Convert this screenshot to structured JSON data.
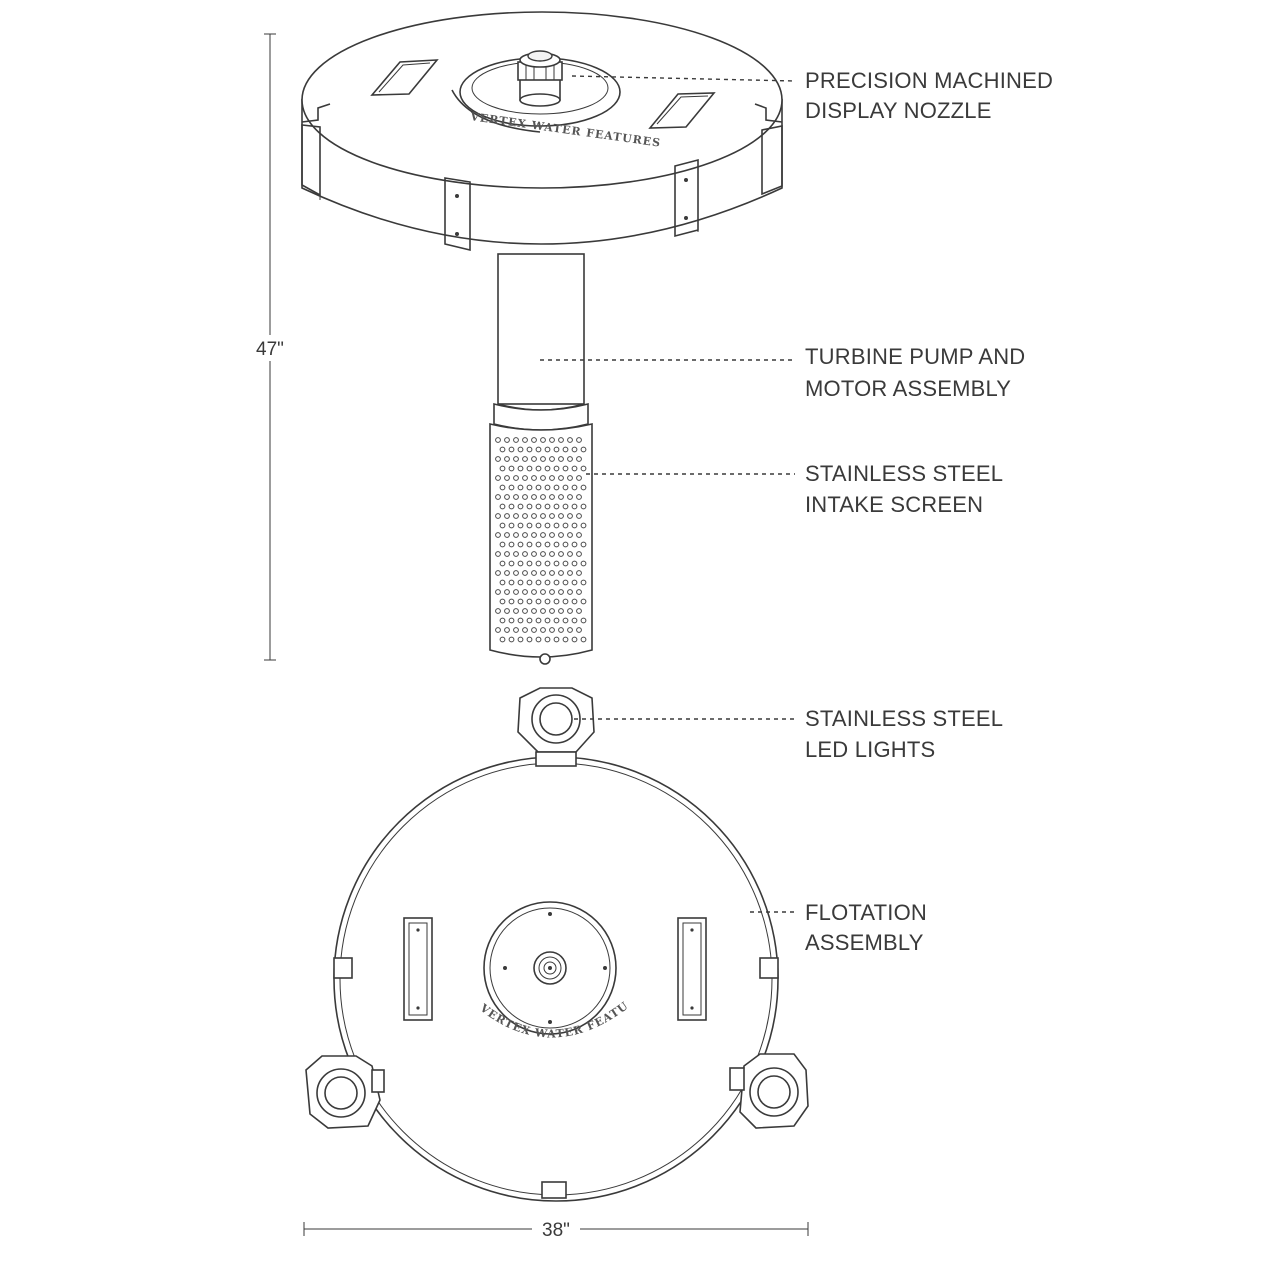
{
  "dimensions": {
    "height": "47\"",
    "width": "38\""
  },
  "callouts": [
    {
      "id": "nozzle",
      "lines": [
        "PRECISION MACHINED",
        "DISPLAY NOZZLE"
      ]
    },
    {
      "id": "pump",
      "lines": [
        "TURBINE PUMP AND",
        "MOTOR ASSEMBLY"
      ]
    },
    {
      "id": "screen",
      "lines": [
        "STAINLESS STEEL",
        "INTAKE SCREEN"
      ]
    },
    {
      "id": "lights",
      "lines": [
        "STAINLESS STEEL",
        "LED LIGHTS"
      ]
    },
    {
      "id": "float",
      "lines": [
        "FLOTATION",
        "ASSEMBLY"
      ]
    }
  ],
  "logo_text": "VERTEX WATER FEATURES",
  "colors": {
    "line": "#3a3a3a",
    "background": "#ffffff"
  }
}
